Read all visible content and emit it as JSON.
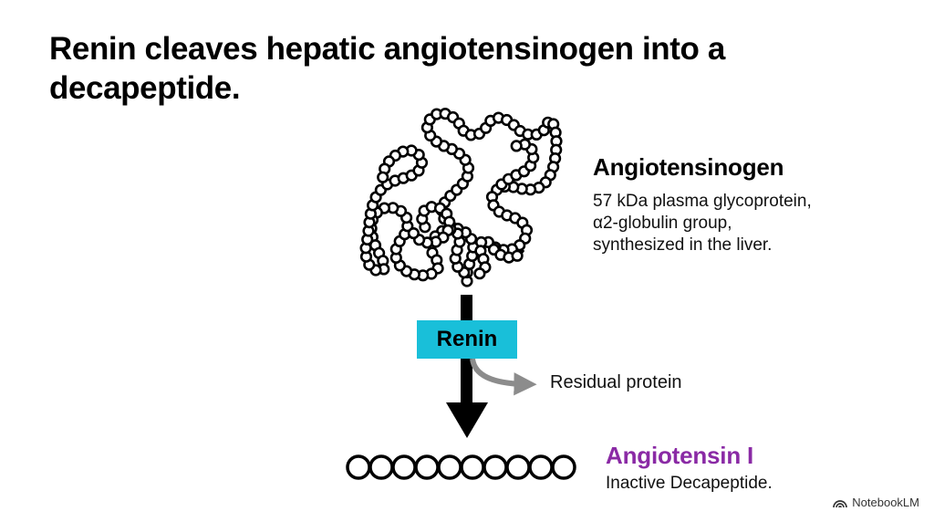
{
  "title": "Renin cleaves hepatic angiotensinogen into a decapeptide.",
  "angiotensinogen": {
    "name": "Angiotensinogen",
    "description_lines": [
      "57 kDa plasma glycoprotein,",
      "α2-globulin group,",
      "synthesized in the liver."
    ]
  },
  "enzyme": {
    "label": "Renin",
    "color": "#19bfd9"
  },
  "residual": {
    "label": "Residual protein",
    "arrow_color": "#8c8c8c"
  },
  "angiotensin_i": {
    "name": "Angiotensin I",
    "color": "#8a2aa5",
    "description": "Inactive Decapeptide.",
    "residue_count": 10
  },
  "brand": {
    "icon": "notebooklm-logo-icon",
    "label": "NotebookLM"
  }
}
